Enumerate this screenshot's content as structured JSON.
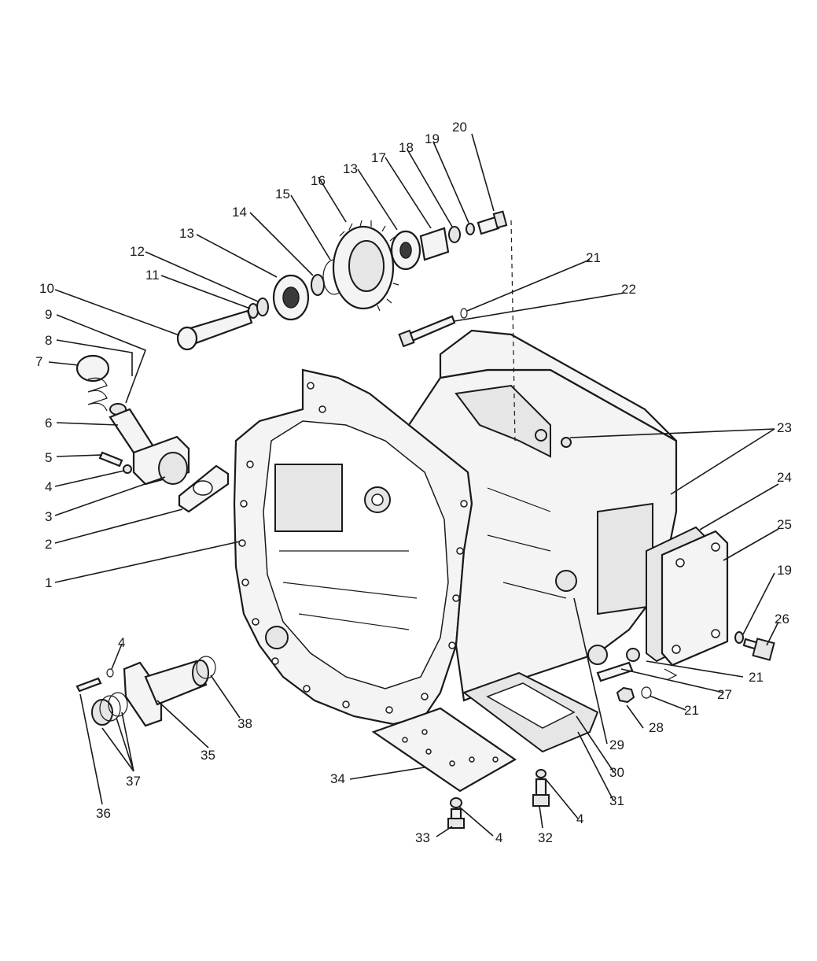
{
  "callouts": [
    {
      "id": "c1",
      "text": "1"
    },
    {
      "id": "c2",
      "text": "2"
    },
    {
      "id": "c3",
      "text": "3"
    },
    {
      "id": "c4a",
      "text": "4"
    },
    {
      "id": "c5",
      "text": "5"
    },
    {
      "id": "c6",
      "text": "6"
    },
    {
      "id": "c7",
      "text": "7"
    },
    {
      "id": "c8",
      "text": "8"
    },
    {
      "id": "c9",
      "text": "9"
    },
    {
      "id": "c10",
      "text": "10"
    },
    {
      "id": "c11",
      "text": "11"
    },
    {
      "id": "c12",
      "text": "12"
    },
    {
      "id": "c13a",
      "text": "13"
    },
    {
      "id": "c14",
      "text": "14"
    },
    {
      "id": "c15",
      "text": "15"
    },
    {
      "id": "c16",
      "text": "16"
    },
    {
      "id": "c13b",
      "text": "13"
    },
    {
      "id": "c17",
      "text": "17"
    },
    {
      "id": "c18",
      "text": "18"
    },
    {
      "id": "c19a",
      "text": "19"
    },
    {
      "id": "c20",
      "text": "20"
    },
    {
      "id": "c21a",
      "text": "21"
    },
    {
      "id": "c22",
      "text": "22"
    },
    {
      "id": "c23",
      "text": "23"
    },
    {
      "id": "c24",
      "text": "24"
    },
    {
      "id": "c25",
      "text": "25"
    },
    {
      "id": "c19b",
      "text": "19"
    },
    {
      "id": "c26",
      "text": "26"
    },
    {
      "id": "c21b",
      "text": "21"
    },
    {
      "id": "c27",
      "text": "27"
    },
    {
      "id": "c21c",
      "text": "21"
    },
    {
      "id": "c28",
      "text": "28"
    },
    {
      "id": "c29",
      "text": "29"
    },
    {
      "id": "c30",
      "text": "30"
    },
    {
      "id": "c31",
      "text": "31"
    },
    {
      "id": "c4b",
      "text": "4"
    },
    {
      "id": "c32",
      "text": "32"
    },
    {
      "id": "c4c",
      "text": "4"
    },
    {
      "id": "c33",
      "text": "33"
    },
    {
      "id": "c34",
      "text": "34"
    },
    {
      "id": "c4d",
      "text": "4"
    },
    {
      "id": "c38",
      "text": "38"
    },
    {
      "id": "c35",
      "text": "35"
    },
    {
      "id": "c37",
      "text": "37"
    },
    {
      "id": "c36",
      "text": "36"
    }
  ]
}
